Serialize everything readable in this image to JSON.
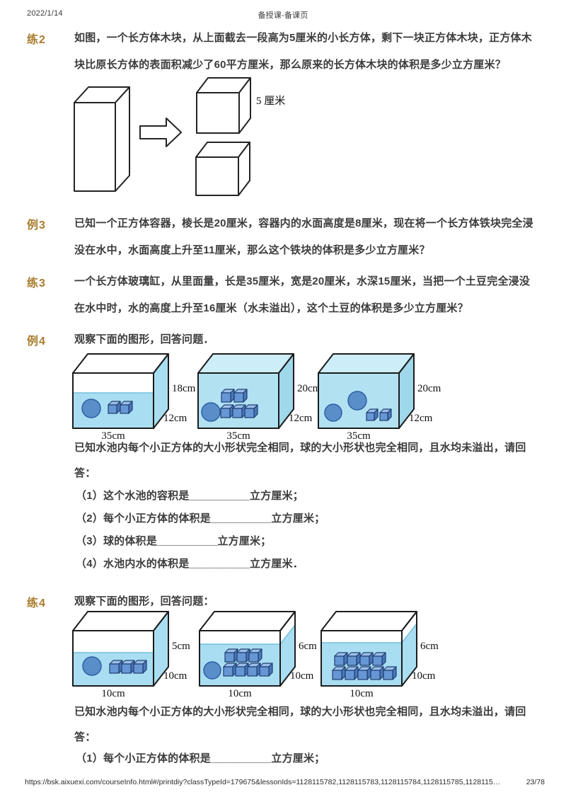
{
  "header": {
    "date": "2022/1/14",
    "title": "备授课-备课页"
  },
  "footer": {
    "url": "https://bsk.aixuexi.com/courseInfo.html#/printdiy?classTypeId=179675&lessonIds=1128115782,1128115783,1128115784,1128115785,1128115…",
    "page": "23/78"
  },
  "colors": {
    "accent": "#a97c2d",
    "text": "#3c3c3c",
    "outline": "#1c1c1c",
    "water": "#a9def2",
    "water_edge": "#74bedd",
    "tank_top_full": "#cdeef8",
    "tank_front_full": "#b2e2f2",
    "tank_side_full": "#9fd8ea",
    "sphere": "#5a8ec9",
    "sphere_stroke": "#2e5ea6",
    "cube_front": "#6697d4",
    "cube_top": "#9dc0ea",
    "cube_side": "#4a77ba",
    "cube_stroke": "#1f3e70"
  },
  "problems": {
    "lian2": {
      "label": "练2",
      "lines": [
        "如图，一个长方体木块，从上面截去一段高为5厘米的小长方体，剩下一块正方体木块，正方体木",
        "块比原长方体的表面积减少了60平方厘米，那么原来的长方体木块的体积是多少立方厘米？"
      ],
      "figure": {
        "cut_label": "5 厘米"
      }
    },
    "li3": {
      "label": "例3",
      "lines": [
        "已知一个正方体容器，棱长是20厘米，容器内的水面高度是8厘米，现在将一个长方体铁块完全浸",
        "没在水中，水面高度上升至11厘米，那么这个铁块的体积是多少立方厘米？"
      ]
    },
    "lian3": {
      "label": "练3",
      "lines": [
        "一个长方体玻璃缸，从里面量，长是35厘米，宽是20厘米，水深15厘米，当把一个土豆完全浸没",
        "在水中时，水的高度上升至16厘米（水未溢出），这个土豆的体积是多少立方厘米？"
      ]
    },
    "li4": {
      "label": "例4",
      "heading": "观察下面的图形，回答问题．",
      "intro_lines": [
        "已知水池内每个小正方体的大小形状完全相同，球的大小形状也完全相同，且水均未溢出，请回",
        "答："
      ],
      "questions": [
        "（1）这个水池的容积是__________立方厘米；",
        "（2）每个小正方体的体积是__________立方厘米；",
        "（3）球的体积是__________立方厘米；",
        "（4）水池内水的体积是__________立方厘米．"
      ],
      "tanks": [
        {
          "side_label": "18cm",
          "depth_label": "12cm",
          "width_label": "35cm",
          "fill": "partial",
          "water_line": 57,
          "side_band": false,
          "spheres": [
            [
              28,
              79,
              13
            ]
          ],
          "cubes": [
            [
              52,
              74
            ],
            [
              69,
              74
            ]
          ],
          "cube_size": 12
        },
        {
          "side_label": "20cm",
          "depth_label": "12cm",
          "width_label": "35cm",
          "fill": "full",
          "spheres": [
            [
              20,
              84,
              13
            ]
          ],
          "cubes": [
            [
              35,
              57
            ],
            [
              53,
              57
            ],
            [
              34,
              79
            ],
            [
              51,
              79
            ],
            [
              68,
              79
            ]
          ],
          "cube_size": 13
        },
        {
          "side_label": "20cm",
          "depth_label": "12cm",
          "width_label": "35cm",
          "fill": "full",
          "spheres": [
            [
              23,
              85,
              12
            ],
            [
              57,
              68,
              13
            ]
          ],
          "cubes": [
            [
              70,
              85
            ],
            [
              89,
              85
            ]
          ],
          "cube_size": 11
        }
      ]
    },
    "lian4": {
      "label": "练4",
      "heading": "观察下面的图形，回答问题：",
      "intro_lines": [
        "已知水池内每个小正方体的大小形状完全相同，球的大小形状也完全相同，且水均未溢出，请回",
        "答："
      ],
      "questions": [
        "（1）每个小正方体的体积是__________立方厘米；"
      ],
      "tanks": [
        {
          "side_label": "5cm",
          "depth_label": "10cm",
          "width_label": "10cm",
          "fill": "partial",
          "water_line": 60,
          "side_band": false,
          "spheres": [
            [
              29,
              79,
              13
            ]
          ],
          "cubes": [
            [
              54,
              76
            ],
            [
              71,
              76
            ],
            [
              88,
              76
            ]
          ],
          "cube_size": 13
        },
        {
          "side_label": "6cm",
          "depth_label": "10cm",
          "width_label": "10cm",
          "fill": "partial",
          "water_line": 48,
          "side_band": true,
          "spheres": [
            [
              20,
              85,
              12
            ]
          ],
          "cubes": [
            [
              38,
              60
            ],
            [
              55,
              60
            ],
            [
              72,
              60
            ],
            [
              36,
              80
            ],
            [
              53,
              80
            ],
            [
              70,
              80
            ],
            [
              87,
              80
            ]
          ],
          "cube_size": 13
        },
        {
          "side_label": "6cm",
          "depth_label": "10cm",
          "width_label": "10cm",
          "fill": "partial",
          "water_line": 46,
          "side_band": true,
          "spheres": [],
          "cubes": [
            [
              21,
              65
            ],
            [
              39,
              65
            ],
            [
              57,
              65
            ],
            [
              75,
              65
            ],
            [
              18,
              85
            ],
            [
              36,
              85
            ],
            [
              54,
              85
            ],
            [
              72,
              85
            ],
            [
              90,
              85
            ]
          ],
          "cube_size": 13
        }
      ]
    }
  }
}
